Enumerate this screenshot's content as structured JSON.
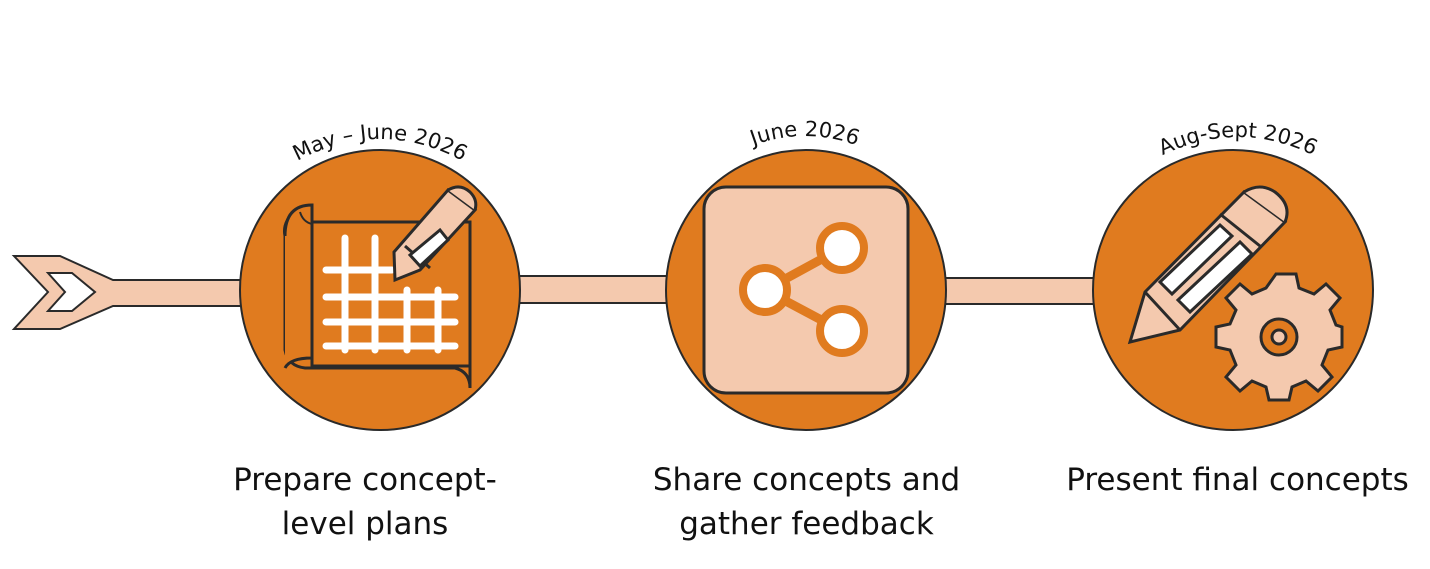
{
  "colors": {
    "accent": "#E07B1F",
    "light": "#F4C9AE",
    "outline": "#2A2A2A"
  },
  "steps": [
    {
      "date": "May – June 2026",
      "label_line1": "Prepare concept-",
      "label_line2": "level plans",
      "icon": "blueprint-pencil-icon"
    },
    {
      "date": "June 2026",
      "label_line1": "Share concepts and",
      "label_line2": "gather feedback",
      "icon": "share-icon"
    },
    {
      "date": "Aug-Sept 2026",
      "label_line1": "Present final concepts",
      "label_line2": "",
      "icon": "pencil-gear-icon"
    }
  ]
}
